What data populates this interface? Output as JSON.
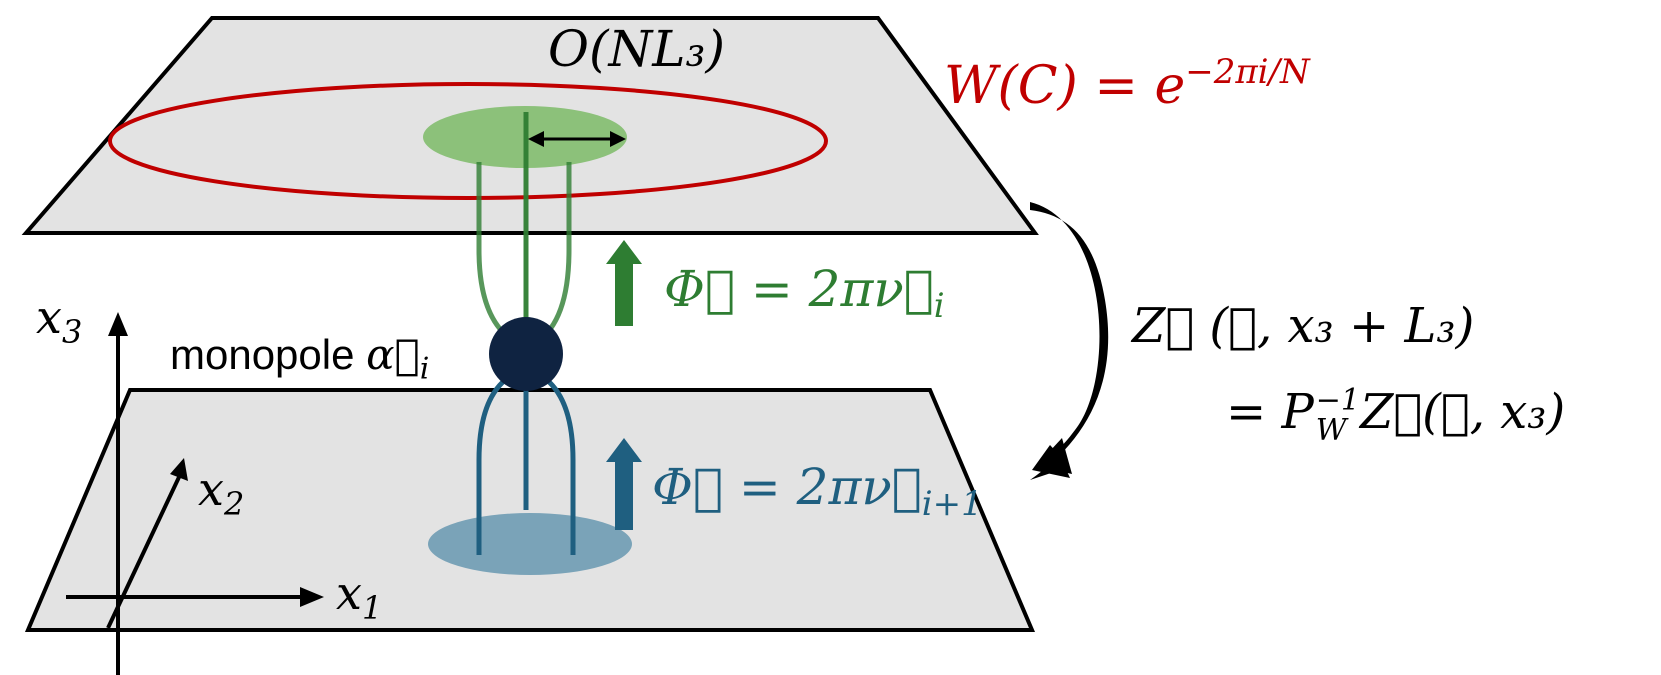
{
  "colors": {
    "plane_fill": "#e3e3e3",
    "wilson_loop": "#c00000",
    "green": "#2e7d32",
    "blue": "#1f5f80",
    "green_disk": "#8cc17a",
    "blue_disk": "#7aa3b8",
    "monopole": "#0f2341"
  },
  "labels": {
    "order_label": "O(NL₃)",
    "wilson": "W(C) = e",
    "wilson_exp": "−2πi/N",
    "phi_top": "Φ⃗ = 2πν⃗",
    "phi_top_sub": "i",
    "phi_bottom": "Φ⃗ = 2πν⃗",
    "phi_bottom_sub": "i+1",
    "monopole_word": "monopole ",
    "monopole_symbol": "α⃗",
    "monopole_sub": "i",
    "axis_x3": "x",
    "axis_x3_sub": "3",
    "axis_x2": "x",
    "axis_x2_sub": "2",
    "axis_x1": "x",
    "axis_x1_sub": "1",
    "bc_line1": "Z⃗ (𝒙, x₃ + L₃)",
    "bc_line2_eq": "= P",
    "bc_line2_sup": "−1",
    "bc_line2_sub": "W",
    "bc_line2_rest": "Z⃗(𝒙, x₃)"
  }
}
